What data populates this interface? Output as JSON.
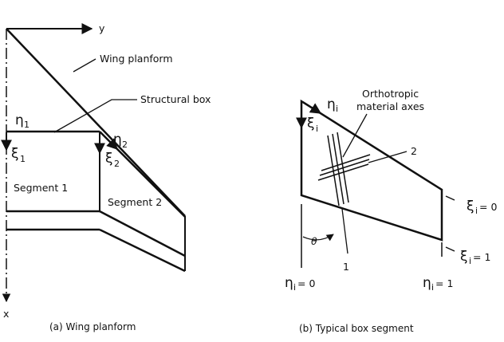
{
  "figure_a": {
    "axis_y": "y",
    "axis_x": "x",
    "label_wing_planform": "Wing planform",
    "label_structural_box": "Structural box",
    "eta_1": {
      "symbol": "η",
      "sub": "1"
    },
    "xi_1": {
      "symbol": "ξ",
      "sub": "1"
    },
    "eta_2": {
      "symbol": "η",
      "sub": "2"
    },
    "xi_2": {
      "symbol": "ξ",
      "sub": "2"
    },
    "segment_1": "Segment 1",
    "segment_2": "Segment 2",
    "caption": "(a) Wing planform"
  },
  "figure_b": {
    "eta_i": {
      "symbol": "η",
      "sub": "i"
    },
    "xi_i": {
      "symbol": "ξ",
      "sub": "i"
    },
    "label_orthotropic_1": "Orthotropic",
    "label_orthotropic_2": "material axes",
    "axis_label_2": "2",
    "axis_label_1": "1",
    "theta": "θ",
    "xi_eq_0": {
      "symbol": "ξ",
      "sub": "i",
      "rest": " = 0"
    },
    "xi_eq_1": {
      "symbol": "ξ",
      "sub": "i",
      "rest": " = 1"
    },
    "eta_eq_0": {
      "symbol": "η",
      "sub": "i",
      "rest": " = 0"
    },
    "eta_eq_1": {
      "symbol": "η",
      "sub": "i",
      "rest": " = 1"
    },
    "caption": "(b) Typical box segment"
  }
}
